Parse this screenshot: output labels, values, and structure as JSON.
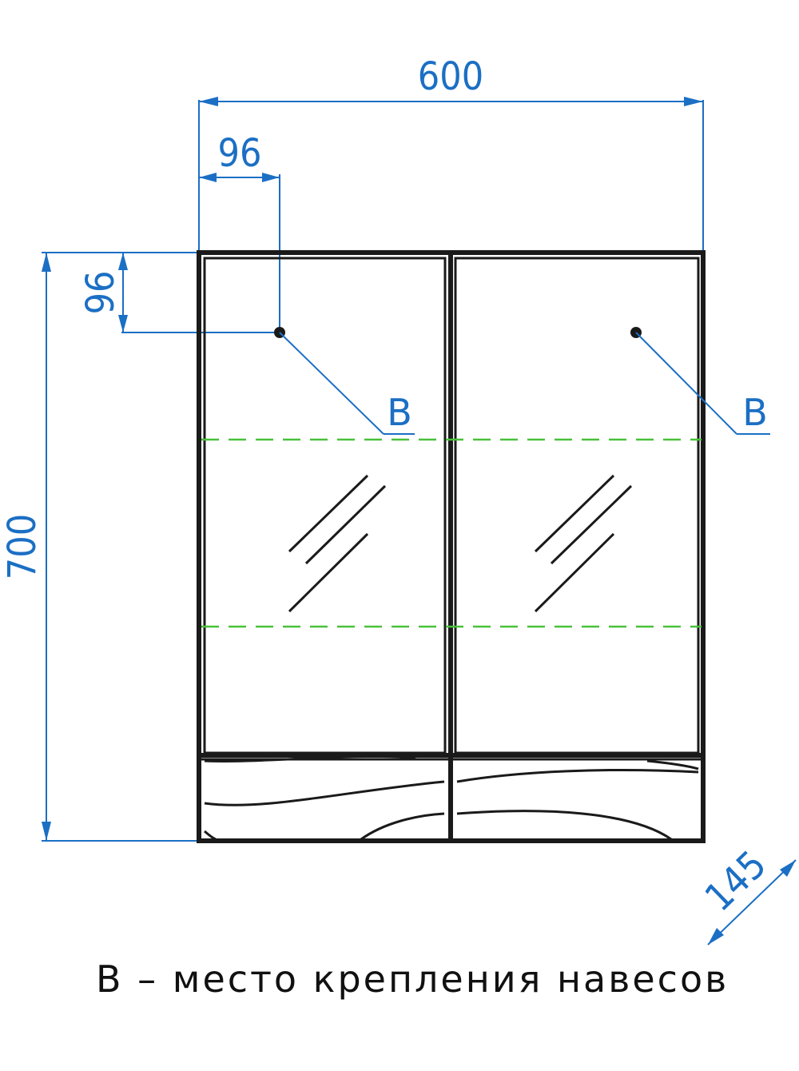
{
  "dimensions": {
    "width": "600",
    "height": "700",
    "depth": "145",
    "mount_offset_x": "96",
    "mount_offset_y": "96"
  },
  "callouts": {
    "left": "B",
    "right": "B"
  },
  "legend": "B – место крепления навесов",
  "colors": {
    "dimension": "#1b6fc4",
    "outline": "#1a1a1a",
    "shelf": "#49c13a"
  }
}
